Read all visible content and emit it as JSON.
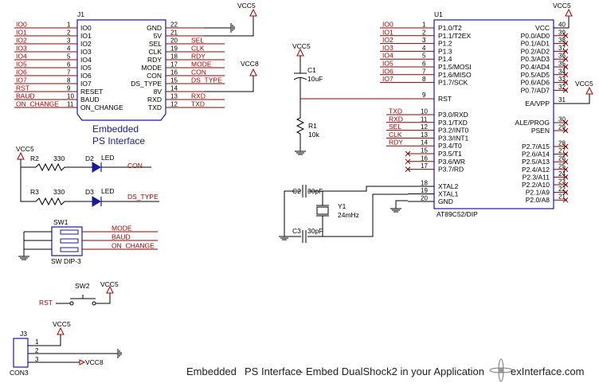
{
  "title": {
    "a": "Embedded",
    "b": "PS Interface",
    "c": "- Embed DualShock2 in your Application",
    "d": "exInterface.com"
  },
  "j1": {
    "ref": "J1",
    "subtitle1": "Embedded",
    "subtitle2": "PS Interface",
    "left_nets": [
      "IO0",
      "IO1",
      "IO2",
      "IO3",
      "IO4",
      "IO5",
      "IO6",
      "IO7",
      "RST",
      "BAUD",
      "ON_CHANGE"
    ],
    "left_pins": [
      "1",
      "2",
      "3",
      "4",
      "5",
      "6",
      "7",
      "8",
      "9",
      "10",
      "11"
    ],
    "left_names": [
      "IO0",
      "IO1",
      "IO2",
      "IO3",
      "IO4",
      "IO5",
      "IO6",
      "IO7",
      "RESET",
      "BAUD",
      "ON_CHANGE"
    ],
    "right_names": [
      "GND",
      "5V",
      "SEL",
      "CLK",
      "RDY",
      "MODE",
      "CON",
      "DS_TYPE",
      "8V",
      "RXD",
      "TXD"
    ],
    "right_pins": [
      "22",
      "21",
      "20",
      "19",
      "18",
      "17",
      "16",
      "15",
      "14",
      "13",
      "12"
    ],
    "right_nets": [
      "",
      "",
      "SEL",
      "CLK",
      "RDY",
      "MODE",
      "CON",
      "DS_TYPE",
      "",
      "RXD",
      "TXD"
    ],
    "vcc_top": "VCC5",
    "vcc_8": "VCC8"
  },
  "u1": {
    "ref": "U1",
    "part": "AT89C52/DIP",
    "p1_nets": [
      "IO0",
      "IO1",
      "IO2",
      "IO3",
      "IO4",
      "IO5",
      "IO6",
      "IO7"
    ],
    "p1_pins": [
      "1",
      "2",
      "3",
      "4",
      "5",
      "6",
      "7",
      "8"
    ],
    "p1_names": [
      "P1.0/T2",
      "P1.1/T2EX",
      "P1.2",
      "P1.3",
      "P1.4",
      "P1.5/MOSI",
      "P1.6/MISO",
      "P1.7/SCK"
    ],
    "rst_pin": "9",
    "rst_name": "RST",
    "p3_nets": [
      "TXD",
      "RXD",
      "SEL",
      "CLK",
      "RDY",
      "",
      "",
      ""
    ],
    "p3_pins": [
      "10",
      "11",
      "12",
      "13",
      "14",
      "15",
      "16",
      "17"
    ],
    "p3_names": [
      "P3.0/RXD",
      "P3.1/TXD",
      "P3.2/INT0",
      "P3.3/INT1",
      "P3.4/T0",
      "P3.5/T1",
      "P3.6/WR",
      "P3.7/RD"
    ],
    "x_pins": [
      "18",
      "19",
      "20"
    ],
    "x_names": [
      "XTAL2",
      "XTAL1",
      "GND"
    ],
    "r_pins_top": [
      "40",
      "39",
      "38",
      "37",
      "36",
      "35",
      "34",
      "33",
      "32"
    ],
    "r_names_top": [
      "VCC",
      "P0.0/AD0",
      "P0.1/AD1",
      "P0.2/AD2",
      "P0.3/AD3",
      "P0.4/AD4",
      "P0.5/AD5",
      "P0.6/AD6",
      "P0.7/AD7"
    ],
    "ea_pin": "31",
    "ea_name": "EA/VPP",
    "ale_pins": [
      "30",
      "29"
    ],
    "ale_names": [
      "ALE/PROG",
      "PSEN"
    ],
    "p2_pins": [
      "28",
      "27",
      "26",
      "25",
      "24",
      "23",
      "22",
      "21"
    ],
    "p2_names": [
      "P2.7/A15",
      "P2.6/A14",
      "P2.5/A13",
      "P2.4/A12",
      "P2.3/A11",
      "P2.2/A10",
      "P2.1/A9",
      "P2.0/A8"
    ],
    "vcc_top": "VCC5",
    "vcc_ea": "VCC5"
  },
  "c1": {
    "ref": "C1",
    "val": "10uF",
    "vcc": "VCC5"
  },
  "r1": {
    "ref": "R1",
    "val": "10k"
  },
  "c2": {
    "ref": "C2",
    "val": "30pF"
  },
  "c3": {
    "ref": "C3",
    "val": "30pF"
  },
  "y1": {
    "ref": "Y1",
    "val": "24mHz"
  },
  "leds": {
    "vcc": "VCC5",
    "r2": "R2",
    "r2v": "330",
    "d2": "D2",
    "d2v": "LED",
    "net2": "CON",
    "r3": "R3",
    "r3v": "330",
    "d3": "D3",
    "d3v": "LED",
    "net3": "DS_TYPE"
  },
  "sw1": {
    "ref": "SW1",
    "part": "SW DIP-3",
    "nets": [
      "MODE",
      "BAUD",
      "ON_CHANGE"
    ]
  },
  "sw2": {
    "ref": "SW2",
    "vcc": "VCC5",
    "net": "RST"
  },
  "j3": {
    "ref": "J3",
    "part": "CON3",
    "vcc": "VCC5",
    "pins": [
      "1",
      "2",
      "3"
    ],
    "vcc8": "VCC8"
  }
}
